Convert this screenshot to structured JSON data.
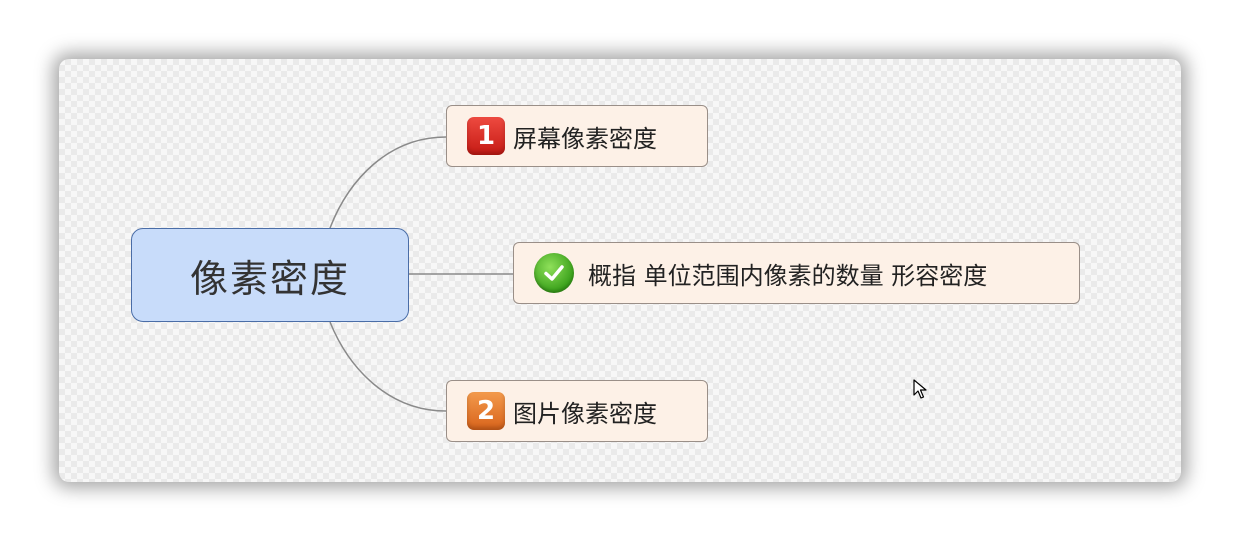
{
  "mindmap": {
    "central_topic": "像素密度",
    "subtopics": [
      {
        "marker": "1",
        "marker_color": "#d9261f",
        "label": "屏幕像素密度"
      },
      {
        "marker_icon": "check-icon",
        "marker_color": "#3fa51e",
        "label": "概指 单位范围内像素的数量 形容密度"
      },
      {
        "marker": "2",
        "marker_color": "#e2762d",
        "label": "图片像素密度"
      }
    ]
  },
  "colors": {
    "central_fill": "#c8dcfa",
    "central_border": "#4a6da7",
    "topic_fill": "#fdf1e7",
    "topic_border": "#9a8f88",
    "connector": "#8a8a8a"
  }
}
